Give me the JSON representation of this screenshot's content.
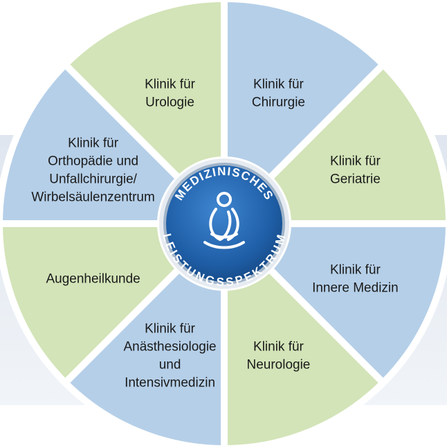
{
  "segments": [
    {
      "id": "urologie",
      "lines": [
        "Klinik für",
        "Urologie"
      ],
      "color": "#d3e4b8"
    },
    {
      "id": "chirurgie",
      "lines": [
        "Klinik für",
        "Chirurgie"
      ],
      "color": "#b5cfe8"
    },
    {
      "id": "geriatrie",
      "lines": [
        "Klinik für",
        "Geriatrie"
      ],
      "color": "#d3e4b8"
    },
    {
      "id": "innere-medizin",
      "lines": [
        "Klinik für",
        "Innere Medizin"
      ],
      "color": "#b5cfe8"
    },
    {
      "id": "neurologie",
      "lines": [
        "Klinik für",
        "Neurologie"
      ],
      "color": "#d3e4b8"
    },
    {
      "id": "anaesthesiologie",
      "lines": [
        "Klinik für",
        "Anästhesiologie",
        "und",
        "Intensivmedizin"
      ],
      "color": "#b5cfe8"
    },
    {
      "id": "augenheilkunde",
      "lines": [
        "Augenheilkunde"
      ],
      "color": "#d3e4b8"
    },
    {
      "id": "orthopaedie",
      "lines": [
        "Klinik für",
        "Orthopädie und",
        "Unfallchirurgie/",
        "Wirbelsäulenzentrum"
      ],
      "color": "#b5cfe8"
    }
  ],
  "center": {
    "top_text": "MEDIZINISCHES",
    "bottom_text": "LEISTUNGSSPEKTRUM",
    "icon": "meditation-figure-icon",
    "color": "#1f5fa8"
  },
  "colors": {
    "green": "#d3e4b8",
    "blue": "#b5cfe8",
    "background_band": "#e9eef5",
    "separator": "#ffffff"
  }
}
